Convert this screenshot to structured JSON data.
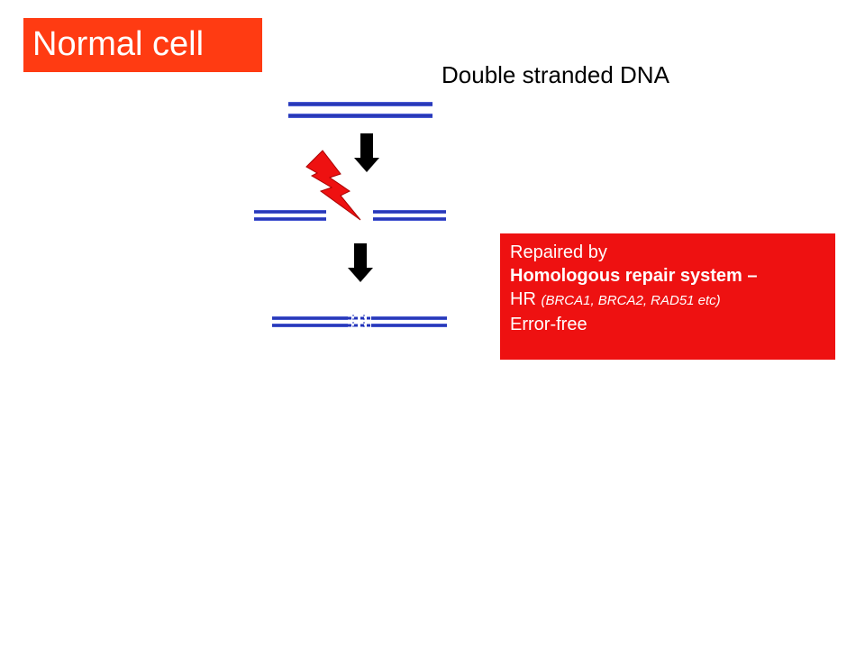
{
  "title": "Normal cell",
  "dna_label": "Double stranded DNA",
  "repair_box": {
    "line1": "Repaired by",
    "line2": "Homologous repair system –",
    "line3_main": "HR ",
    "line3_detail": "(BRCA1, BRCA2, RAD51 etc)",
    "line4": "Error-free"
  },
  "colors": {
    "title_bg": "#ff3b12",
    "box_bg": "#ee1111",
    "strand": "#2233bb",
    "bolt": "#ee1111",
    "arrow": "#000000"
  },
  "icons": [
    "lightning-bolt-icon",
    "down-arrow-icon"
  ]
}
